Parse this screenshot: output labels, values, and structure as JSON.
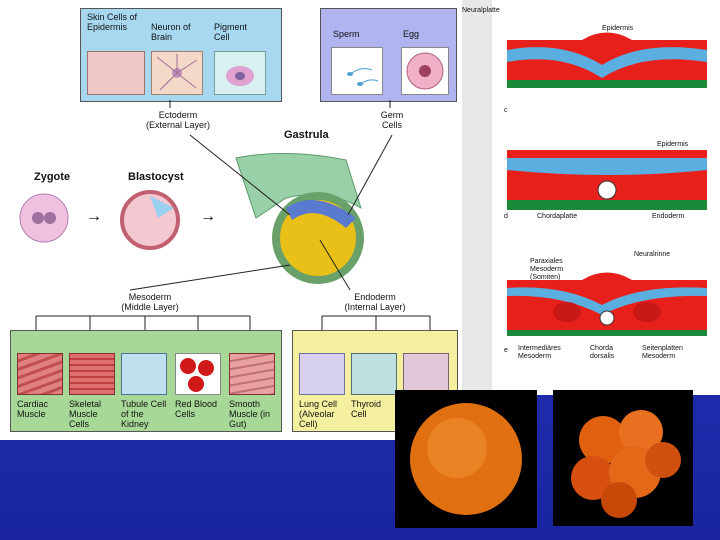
{
  "ectoderm_box": {
    "cells": [
      "Skin Cells of Epidermis",
      "Neuron of Brain",
      "Pigment Cell"
    ],
    "label_line1": "Ectoderm",
    "label_line2": "(External Layer)"
  },
  "germ_box": {
    "cells": [
      "Sperm",
      "Egg"
    ],
    "label_line1": "Germ",
    "label_line2": "Cells"
  },
  "stages": {
    "zygote": "Zygote",
    "blastocyst": "Blastocyst",
    "gastrula": "Gastrula"
  },
  "mesoderm": {
    "label_line1": "Mesoderm",
    "label_line2": "(Middle Layer)",
    "cells": [
      "Cardiac Muscle",
      "Skeletal Muscle Cells",
      "Tubule Cell of the Kidney",
      "Red Blood Cells",
      "Smooth Muscle (in Gut)"
    ]
  },
  "endoderm": {
    "label_line1": "Endoderm",
    "label_line2": "(Internal Layer)",
    "cells": [
      "Lung Cell (Alveolar Cell)",
      "Thyroid Cell"
    ]
  },
  "cross_sections": {
    "top": {
      "label_a": "Epidermis",
      "label_b": "Neuralplatte",
      "letter": "c"
    },
    "middle": {
      "label_a": "Epidermis",
      "label_b": "Chordaplatte",
      "label_c": "Endoderm",
      "letter": "d"
    },
    "bottom": {
      "label_a": "Paraxiales Mesoderm (Somiten)",
      "label_b": "Neuralrinne",
      "label_c": "Intermediäres Mesoderm",
      "label_d": "Chorda dorsalis",
      "label_e": "Seitenplatten Mesoderm",
      "letter": "e"
    }
  },
  "colors": {
    "ectoderm": "#5aaee0",
    "mesoderm": "#e8201c",
    "endoderm": "#1a8a3a",
    "background": "#2030b0"
  }
}
